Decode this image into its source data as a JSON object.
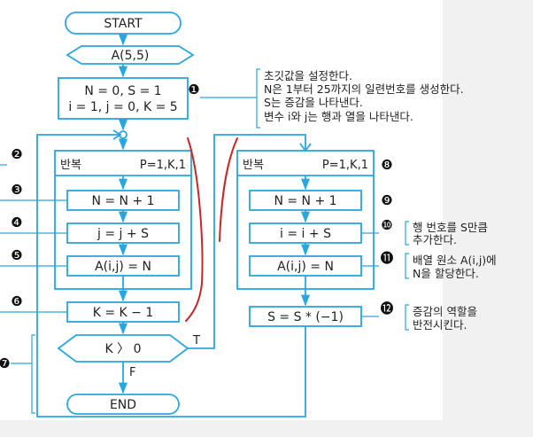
{
  "flow": {
    "start": "START",
    "input": "A(5,5)",
    "init_line1": "N = 0, S = 1",
    "init_line2": "i = 1, j = 0, K = 5",
    "decision": "K 〉 0",
    "true_label": "T",
    "false_label": "F",
    "end": "END"
  },
  "loop_left": {
    "title": "반복",
    "range": "P=1,K,1",
    "step1": "N = N + 1",
    "step2": "j = j + S",
    "step3": "A(i,j) = N",
    "after": "K = K − 1"
  },
  "loop_right": {
    "title": "반복",
    "range": "P=1,K,1",
    "step1": "N = N + 1",
    "step2": "i = i + S",
    "step3": "A(i,j) = N",
    "after": "S = S * (−1)"
  },
  "markers": {
    "m1": "❶",
    "m2": "❷",
    "m3": "❸",
    "m4": "❹",
    "m5": "❺",
    "m6": "❻",
    "m7": "❼",
    "m8": "❽",
    "m9": "❾",
    "m10": "❿",
    "m11": "⓫",
    "m12": "⓬"
  },
  "notes": {
    "n1_l1": "초깃값을 설정한다.",
    "n1_l2": "N은 1부터 25까지의 일련번호를 생성한다.",
    "n1_l3": "S는 증감을 나타낸다.",
    "n1_l4": "변수 i와 j는 행과 열을 나타낸다.",
    "n10_l1": "행 번호를 S만큼",
    "n10_l2": "추가한다.",
    "n11_l1": "배열 원소 A(i,j)에",
    "n11_l2": "N을 할당한다.",
    "n12_l1": "증감의 역할을",
    "n12_l2": "반전시킨다."
  },
  "colors": {
    "flow": "#29a6de",
    "loop_fill": "#ffffff",
    "annotation": "#c62828",
    "text": "#222222"
  }
}
